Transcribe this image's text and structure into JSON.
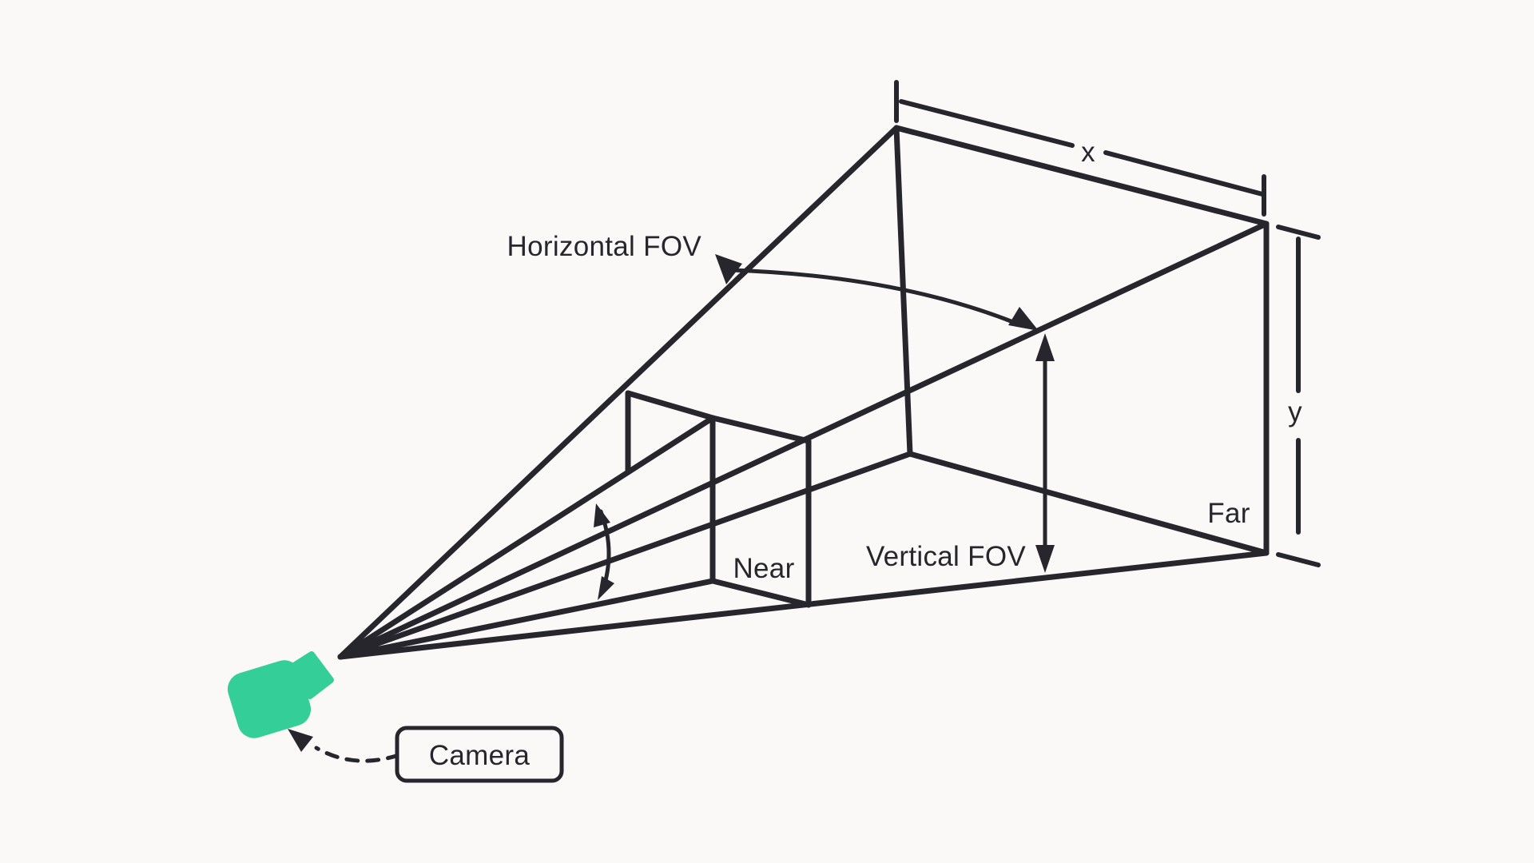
{
  "labels": {
    "horizontal_fov": "Horizontal FOV",
    "vertical_fov": "Vertical FOV",
    "near": "Near",
    "far": "Far",
    "dim_x": "x",
    "dim_y": "y",
    "camera": "Camera"
  },
  "icons": {
    "camera": "video-camera"
  },
  "colors": {
    "background": "#faf9f7",
    "ink": "#27262c",
    "camera_green": "#34ce99"
  }
}
